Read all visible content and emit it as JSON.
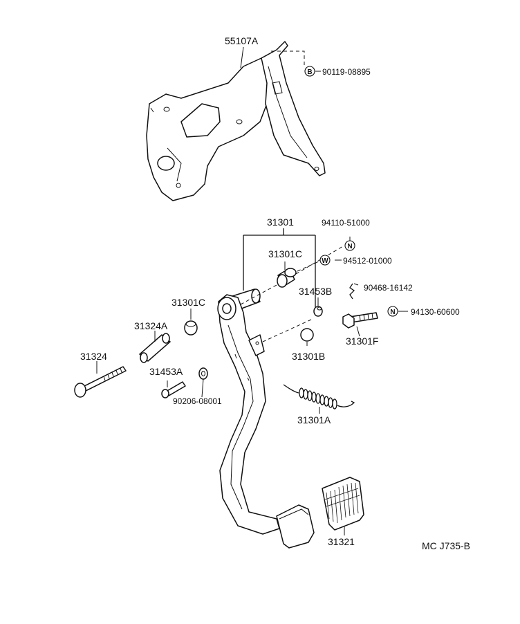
{
  "diagram": {
    "parts": {
      "p55107A": "55107A",
      "p9011908895": "90119-08895",
      "p31301": "31301",
      "p9411051000": "94110-51000",
      "p31301C_top": "31301C",
      "p9451201000": "94512-01000",
      "p31301C_left": "31301C",
      "p31453B": "31453B",
      "p9046816142": "90468-16142",
      "p9413060600": "94130-60600",
      "p31324A": "31324A",
      "p31301F": "31301F",
      "p31301B": "31301B",
      "p31324": "31324",
      "p31453A": "31453A",
      "p9020608001": "90206-08001",
      "p31301A": "31301A",
      "p31321": "31321"
    },
    "symbols": {
      "b": "B",
      "n1": "N",
      "w": "W",
      "n2": "N"
    },
    "ref_code": "MC J735-B"
  }
}
